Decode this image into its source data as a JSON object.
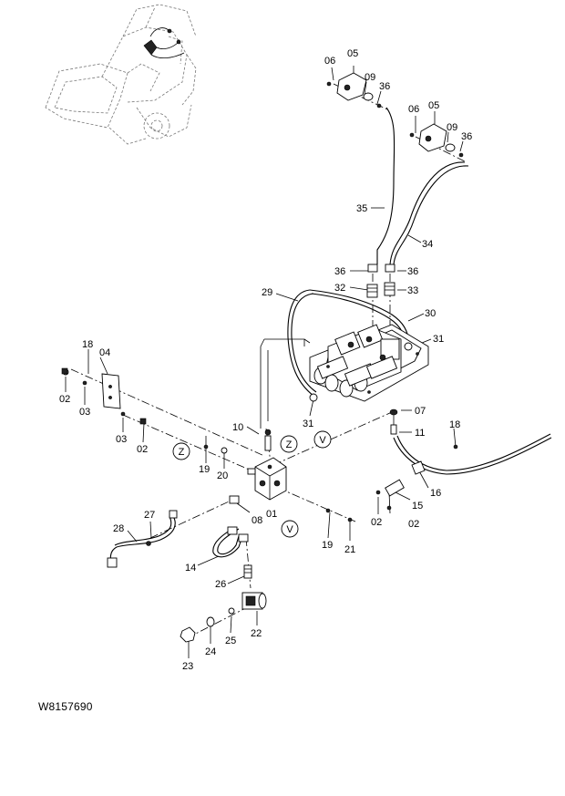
{
  "figure": {
    "reference_code": "W8157690",
    "view_markers": [
      "Z",
      "V",
      "Z",
      "V"
    ]
  },
  "part_numbers": [
    "05",
    "06",
    "09",
    "36",
    "05",
    "06",
    "09",
    "36",
    "35",
    "34",
    "36",
    "36",
    "32",
    "33",
    "29",
    "30",
    "31",
    "31",
    "18",
    "04",
    "02",
    "03",
    "03",
    "02",
    "10",
    "19",
    "20",
    "07",
    "11",
    "18",
    "01",
    "08",
    "16",
    "15",
    "02",
    "02",
    "27",
    "28",
    "14",
    "19",
    "21",
    "26",
    "22",
    "25",
    "24",
    "23"
  ]
}
